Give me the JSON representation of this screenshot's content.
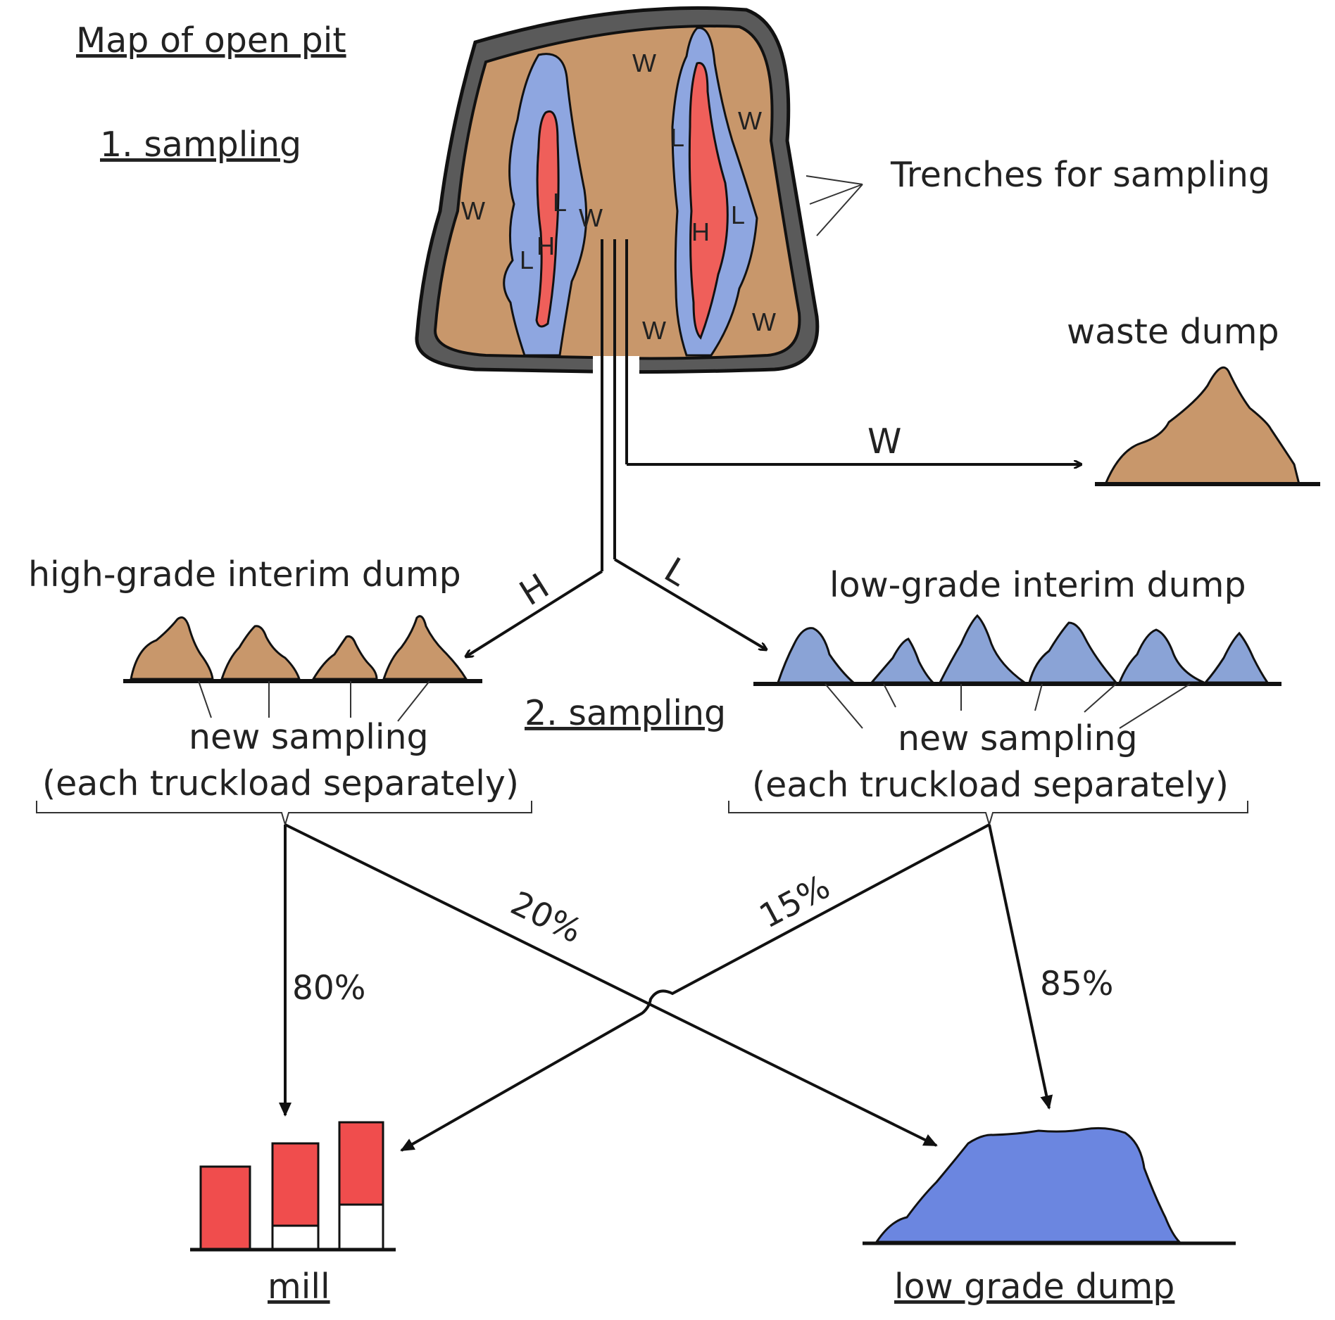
{
  "labels": {
    "map_title": "Map of open pit",
    "sampling_1": "1. sampling",
    "trenches": "Trenches for sampling",
    "waste_dump": "waste dump",
    "high_grade_dump": "high-grade interim dump",
    "low_grade_interim": "low-grade interim dump",
    "sampling_2": "2. sampling",
    "new_sampling": "new sampling",
    "each_truckload": "(each truckload separately)",
    "mill": "mill",
    "low_grade_dump": "low grade dump"
  },
  "pit_zones": {
    "w": "W",
    "l": "L",
    "h": "H"
  },
  "flows": {
    "waste": "W",
    "high": "H",
    "low": "L",
    "high_to_mill": "80%",
    "high_to_low_dump": "20%",
    "low_to_mill": "15%",
    "low_to_low_dump": "85%"
  },
  "colors": {
    "waste_rock": "#c8976b",
    "low_grade": "#8ea6e0",
    "high_grade": "#ef5f5a",
    "pit_rim": "#5a5a5a",
    "low_grade_dump": "#6b86e0",
    "mill_ore": "#f04d4d"
  }
}
